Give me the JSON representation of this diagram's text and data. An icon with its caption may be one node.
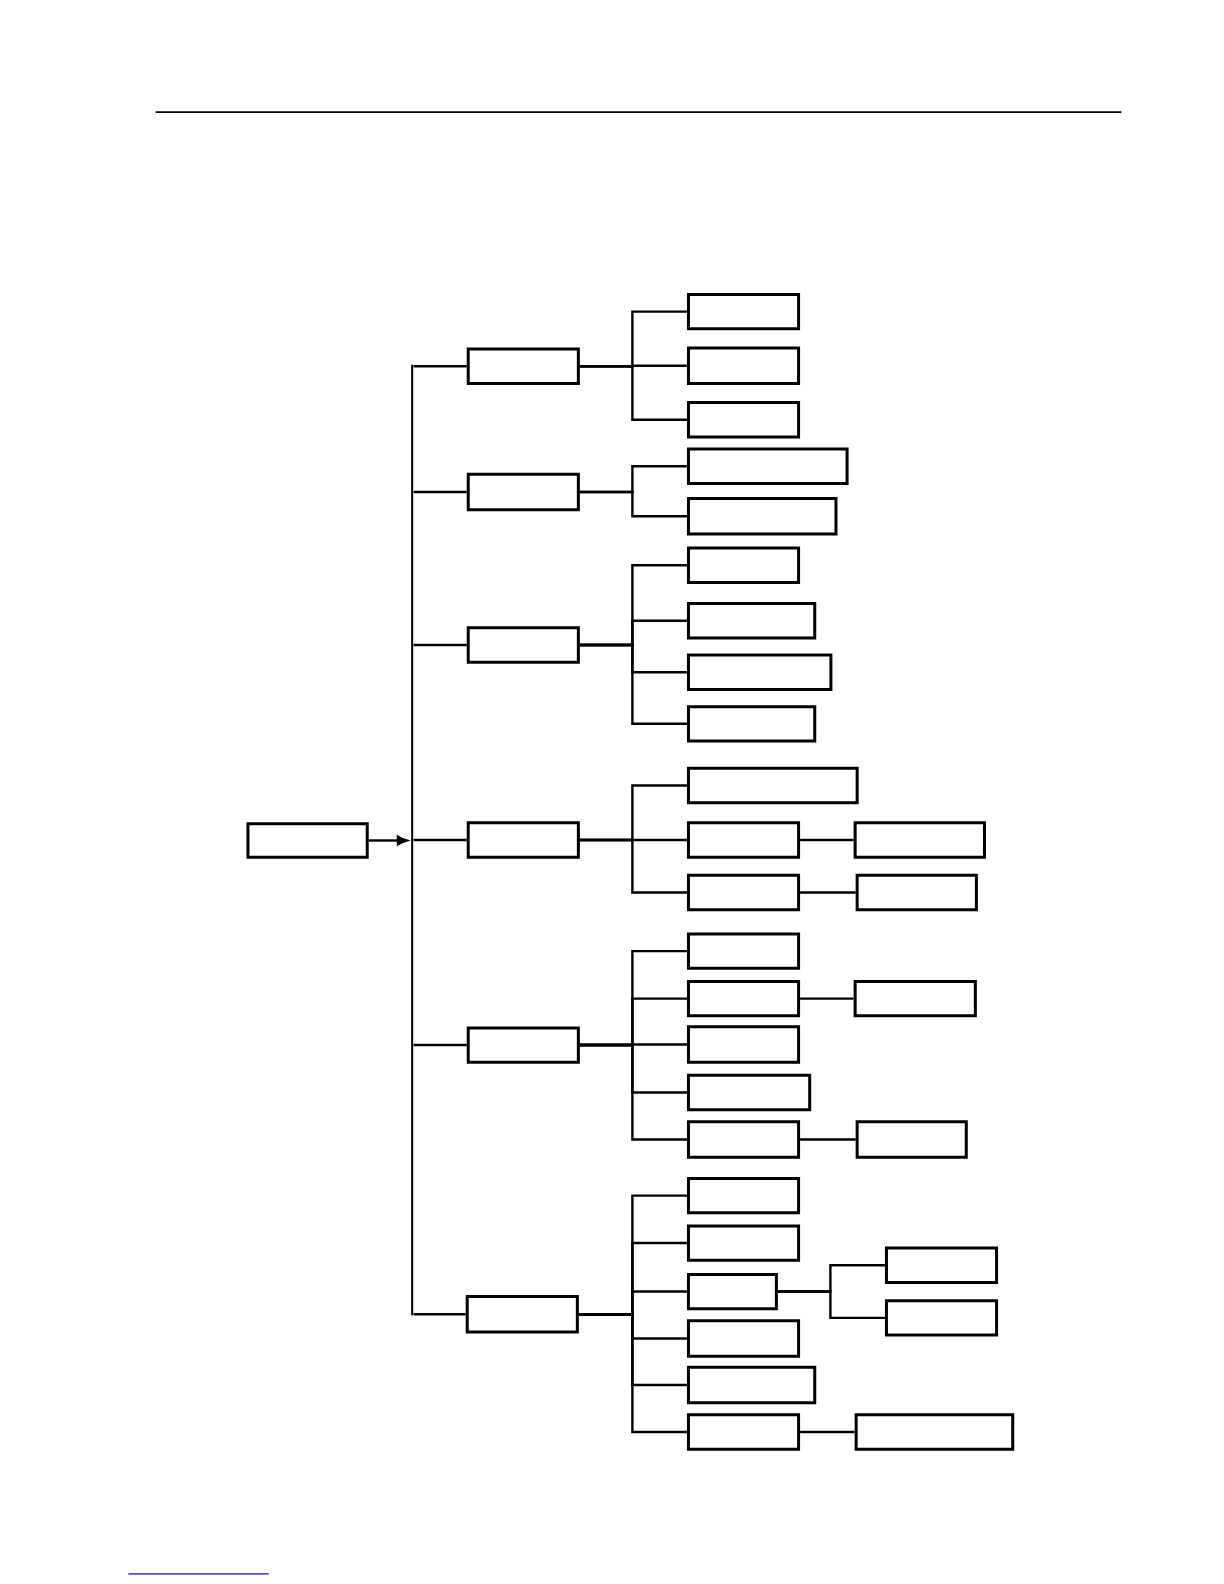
{
  "diagram": {
    "nodes": [
      {
        "text": [],
        "shape": "box"
      },
      {
        "text": [],
        "shape": "box"
      },
      {
        "text": [],
        "shape": "box"
      },
      {
        "text": [],
        "shape": "box"
      },
      {
        "text": [],
        "shape": "box"
      },
      {
        "text": [],
        "shape": "box"
      },
      {
        "text": [],
        "shape": "box"
      },
      {
        "text": [],
        "shape": "box"
      },
      {
        "text": [],
        "shape": "box"
      },
      {
        "text": [],
        "shape": "box"
      },
      {
        "text": [],
        "shape": "box"
      },
      {
        "text": [],
        "shape": "box"
      },
      {
        "text": [],
        "shape": "box"
      },
      {
        "text": [],
        "shape": "box"
      },
      {
        "text": [],
        "shape": "box"
      },
      {
        "text": [],
        "shape": "box"
      },
      {
        "text": [],
        "shape": "box"
      },
      {
        "text": [],
        "shape": "box"
      },
      {
        "text": [],
        "shape": "box"
      },
      {
        "text": [],
        "shape": "box"
      },
      {
        "text": [],
        "shape": "box"
      },
      {
        "text": [],
        "shape": "box"
      },
      {
        "text": [],
        "shape": "box"
      },
      {
        "text": [],
        "shape": "box"
      },
      {
        "text": [],
        "shape": "box"
      },
      {
        "text": [],
        "shape": "box"
      },
      {
        "text": [],
        "shape": "box"
      },
      {
        "text": [],
        "shape": "box"
      },
      {
        "text": [],
        "shape": "box"
      },
      {
        "text": [],
        "shape": "box"
      },
      {
        "text": [],
        "shape": "box"
      },
      {
        "text": [],
        "shape": "box"
      },
      {
        "text": [],
        "shape": "box"
      },
      {
        "text": [],
        "shape": "box"
      },
      {
        "text": [],
        "shape": "box"
      },
      {
        "text": [],
        "shape": "box"
      },
      {
        "text": [],
        "shape": "box"
      },
      {
        "text": [],
        "shape": "bar"
      }
    ],
    "edges": [
      {
        "from": 0,
        "to": 37,
        "arrow": "to"
      },
      {
        "from": 37,
        "to": 1,
        "arrow": "none"
      },
      {
        "from": 37,
        "to": 5,
        "arrow": "none"
      },
      {
        "from": 37,
        "to": 8,
        "arrow": "none"
      },
      {
        "from": 37,
        "to": 13,
        "arrow": "none"
      },
      {
        "from": 37,
        "to": 19,
        "arrow": "none"
      },
      {
        "from": 37,
        "to": 27,
        "arrow": "none"
      },
      {
        "from": 1,
        "to": 2,
        "arrow": "none"
      },
      {
        "from": 1,
        "to": 3,
        "arrow": "none"
      },
      {
        "from": 1,
        "to": 4,
        "arrow": "none"
      },
      {
        "from": 5,
        "to": 6,
        "arrow": "none"
      },
      {
        "from": 5,
        "to": 7,
        "arrow": "none"
      },
      {
        "from": 8,
        "to": 9,
        "arrow": "none"
      },
      {
        "from": 8,
        "to": 10,
        "arrow": "none"
      },
      {
        "from": 8,
        "to": 11,
        "arrow": "none"
      },
      {
        "from": 8,
        "to": 12,
        "arrow": "none"
      },
      {
        "from": 13,
        "to": 14,
        "arrow": "none"
      },
      {
        "from": 13,
        "to": 15,
        "arrow": "none"
      },
      {
        "from": 13,
        "to": 17,
        "arrow": "none"
      },
      {
        "from": 15,
        "to": 16,
        "arrow": "none"
      },
      {
        "from": 17,
        "to": 18,
        "arrow": "none"
      },
      {
        "from": 19,
        "to": 20,
        "arrow": "none"
      },
      {
        "from": 19,
        "to": 21,
        "arrow": "none"
      },
      {
        "from": 19,
        "to": 23,
        "arrow": "none"
      },
      {
        "from": 19,
        "to": 24,
        "arrow": "none"
      },
      {
        "from": 19,
        "to": 25,
        "arrow": "none"
      },
      {
        "from": 21,
        "to": 22,
        "arrow": "none"
      },
      {
        "from": 25,
        "to": 26,
        "arrow": "none"
      },
      {
        "from": 27,
        "to": 28,
        "arrow": "none"
      },
      {
        "from": 27,
        "to": 29,
        "arrow": "none"
      },
      {
        "from": 27,
        "to": 30,
        "arrow": "none"
      },
      {
        "from": 27,
        "to": 33,
        "arrow": "none"
      },
      {
        "from": 27,
        "to": 34,
        "arrow": "none"
      },
      {
        "from": 27,
        "to": 35,
        "arrow": "none"
      },
      {
        "from": 30,
        "to": 31,
        "arrow": "none"
      },
      {
        "from": 30,
        "to": 32,
        "arrow": "none"
      },
      {
        "from": 35,
        "to": 36,
        "arrow": "none"
      }
    ]
  }
}
